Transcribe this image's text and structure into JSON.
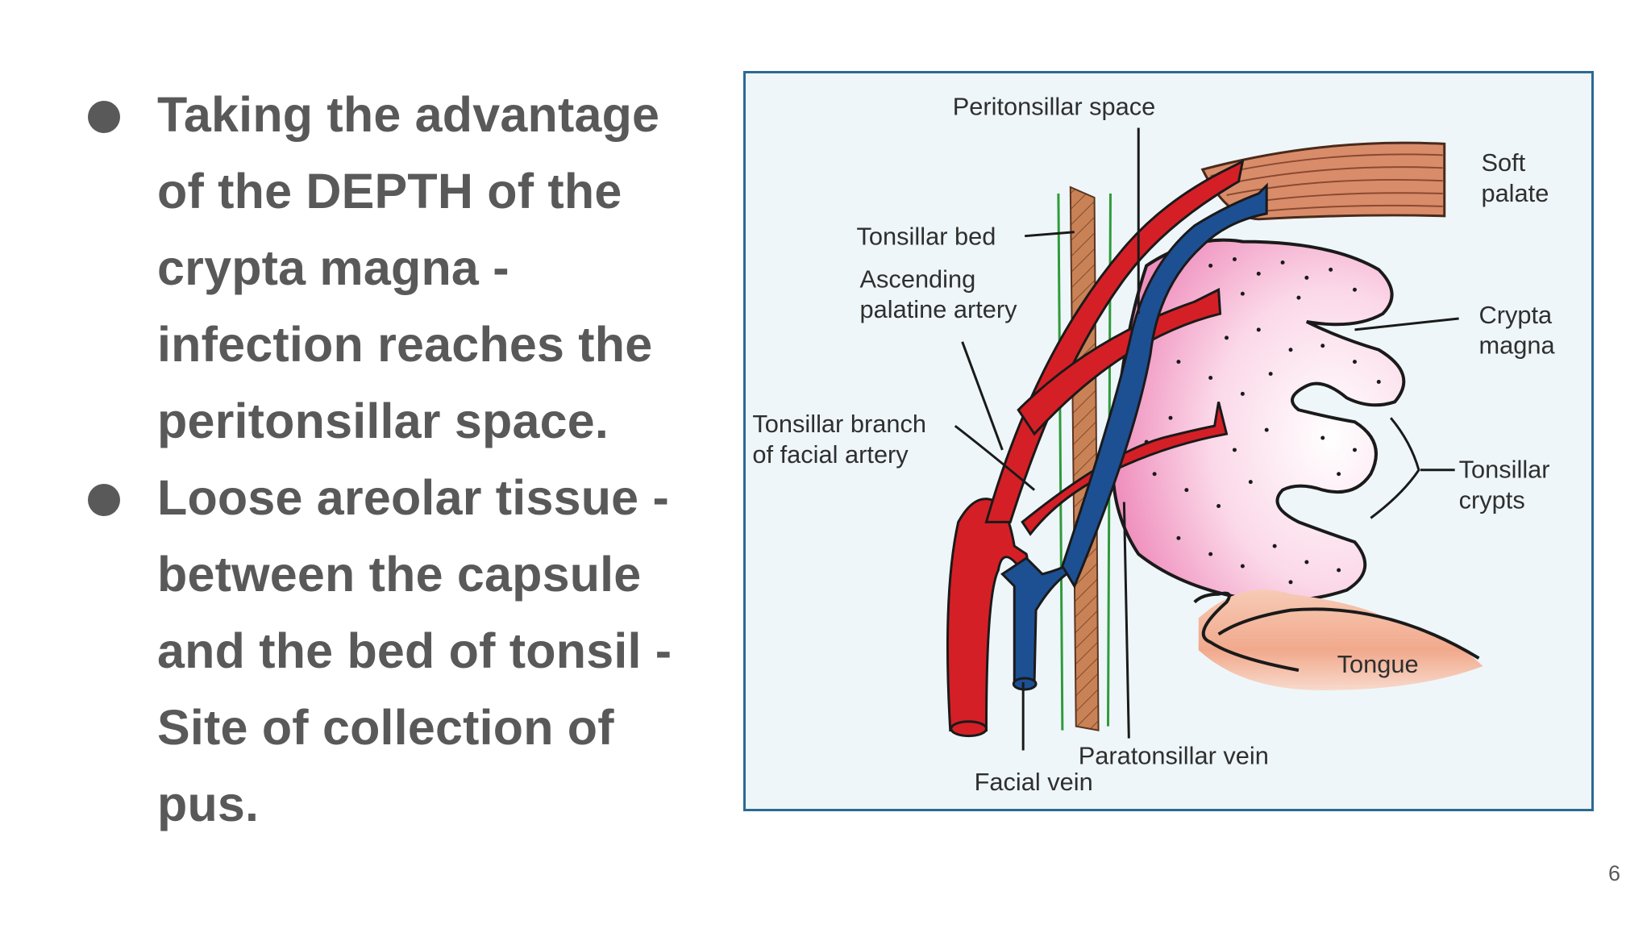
{
  "slide": {
    "bullets": [
      "Taking the advantage of the DEPTH of the crypta magna - infection reaches the peritonsillar space.",
      "Loose areolar tissue - between the capsule and the bed of tonsil - Site of collection of pus."
    ],
    "page_number": "6"
  },
  "figure": {
    "labels": {
      "peritonsillar_space": "Peritonsillar space",
      "soft_palate_1": "Soft",
      "soft_palate_2": "palate",
      "tonsillar_bed": "Tonsillar bed",
      "ascending_1": "Ascending",
      "ascending_2": "palatine artery",
      "crypta_1": "Crypta",
      "crypta_2": "magna",
      "tonsillar_branch_1": "Tonsillar branch",
      "tonsillar_branch_2": "of facial artery",
      "tonsillar_crypts_1": "Tonsillar",
      "tonsillar_crypts_2": "crypts",
      "tongue": "Tongue",
      "paratonsillar_vein": "Paratonsillar vein",
      "facial_vein": "Facial vein"
    },
    "colors": {
      "artery": "#d51f26",
      "vein": "#1d4f93",
      "muscle": "#c77a50",
      "tonsil": "#f3a8c8",
      "tongue": "#f2b49a",
      "background": "#eef6f9"
    }
  }
}
